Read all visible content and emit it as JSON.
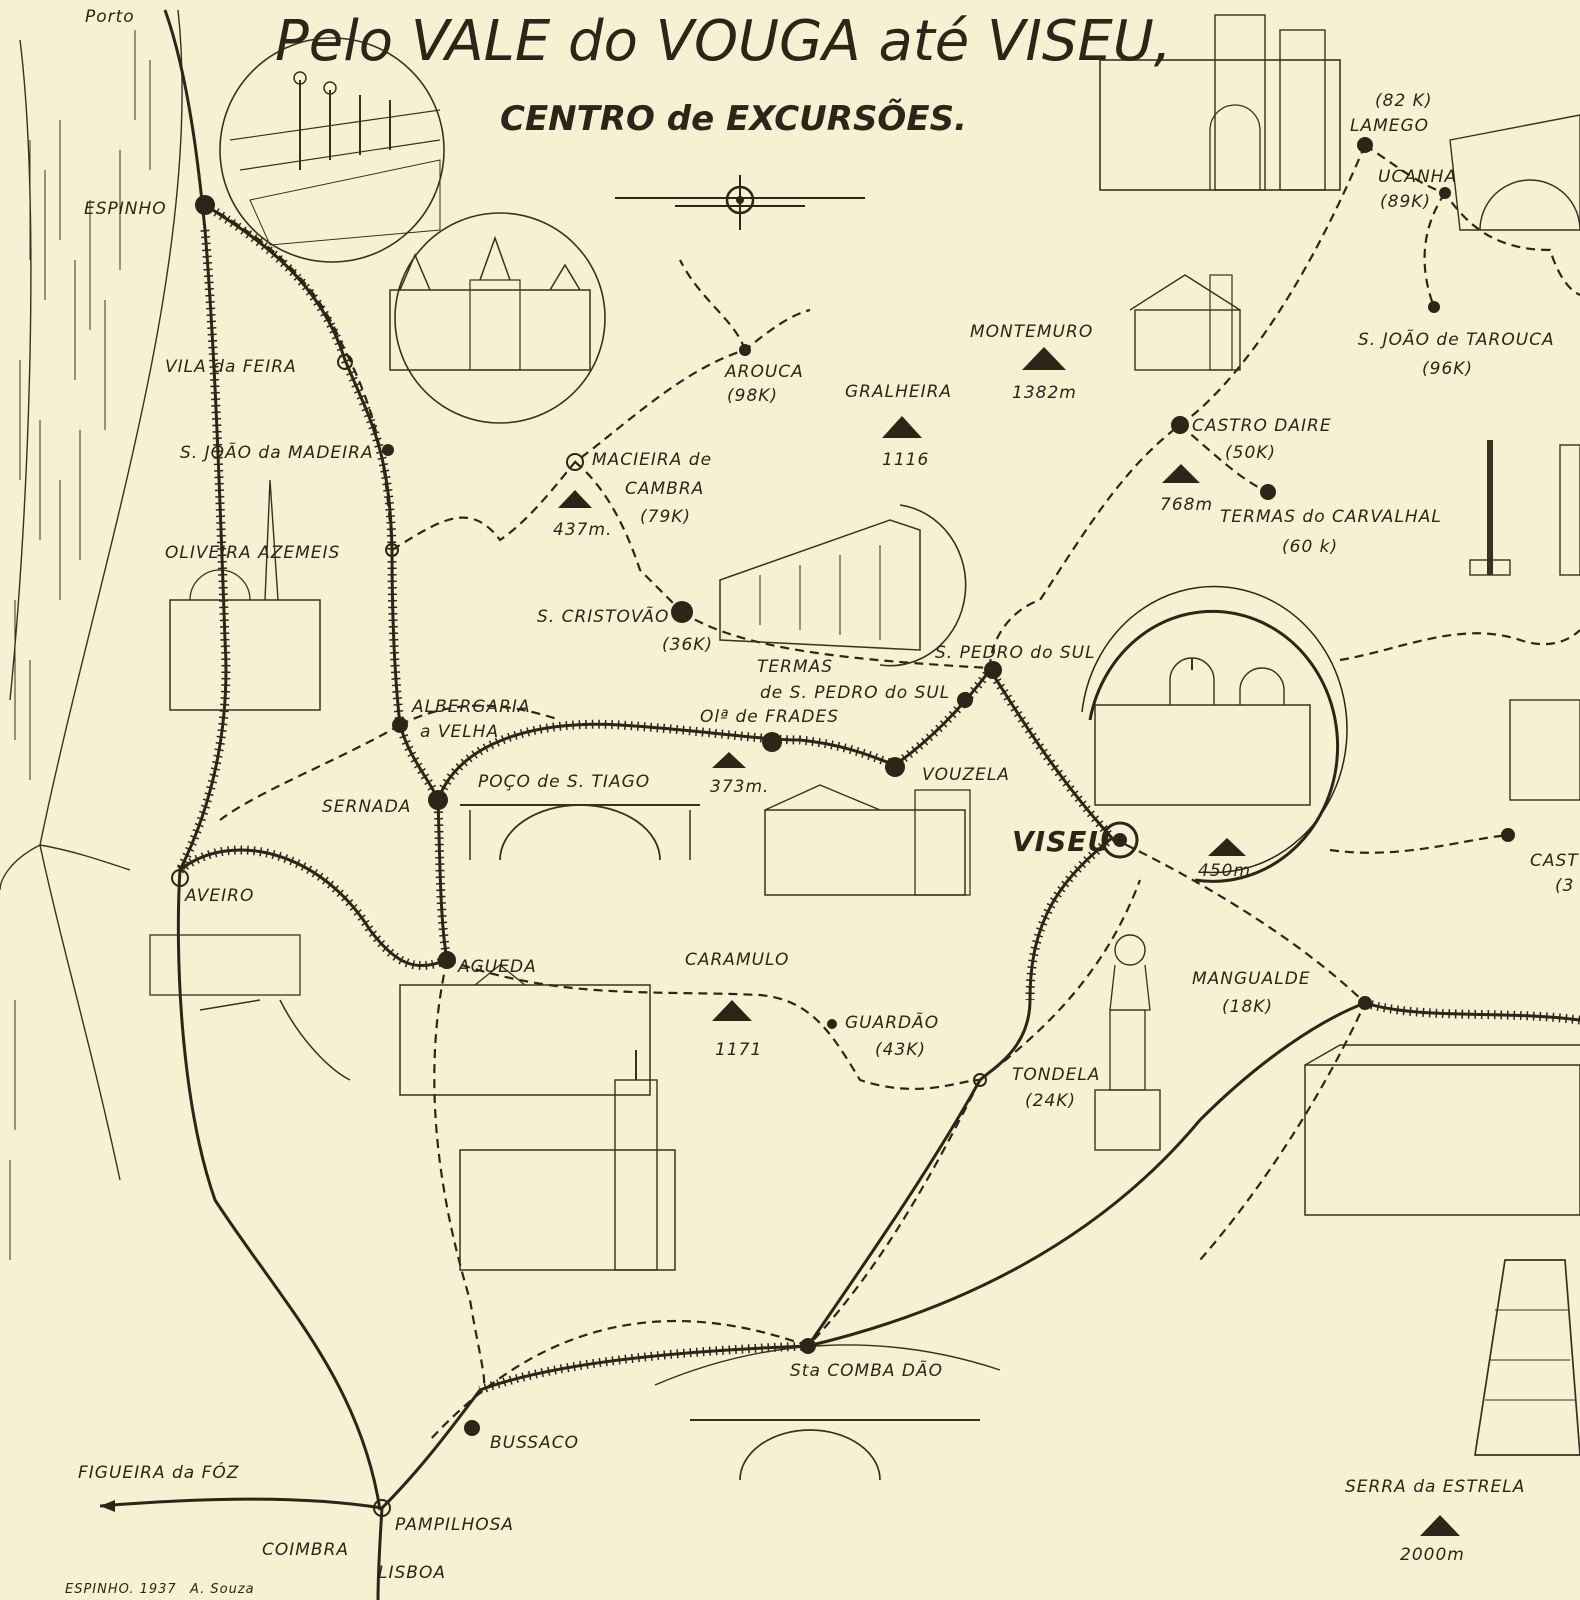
{
  "title": {
    "line1": "Pelo VALE do VOUGA até VISEU,",
    "line2": "CENTRO de EXCURSÕES."
  },
  "credits": {
    "left": "ESPINHO. 1937",
    "right": "A. Souza"
  },
  "colors": {
    "paper": "#f6f1d2",
    "ink": "#2e2418"
  },
  "places": {
    "porto": "Porto",
    "espinho": "ESPINHO",
    "vila_feira": "VILA da FEIRA",
    "sjoao_madeira": "S. JOÃO da MADEIRA",
    "oliveira": "OLIVEIRA AZEMEIS",
    "albergaria_1": "ALBERGARIA",
    "albergaria_2": "a VELHA",
    "sernada": "SERNADA",
    "poco": "POÇO de S. TIAGO",
    "aveiro": "AVEIRO",
    "agueda": "AGUEDA",
    "caramulo": "CARAMULO",
    "guardao": "GUARDÃO",
    "guardao_km": "(43K)",
    "arouca": "AROUCA",
    "arouca_km": "(98K)",
    "macieira_1": "MACIEIRA de",
    "macieira_2": "CAMBRA",
    "macieira_km": "(79K)",
    "scristovao": "S. CRISTOVÃO",
    "scristovao_km": "(36K)",
    "termas_1": "TERMAS",
    "termas_2": "de S. PEDRO do SUL",
    "olfrades": "Olª de FRADES",
    "spedro": "S. PEDRO do SUL",
    "vouzela": "VOUZELA",
    "viseu": "VISEU",
    "gralheira": "GRALHEIRA",
    "montemuro": "MONTEMURO",
    "castro_daire": "CASTRO DAIRE",
    "castro_daire_km": "(50K)",
    "termas_carvalhal": "TERMAS do CARVALHAL",
    "termas_carvalhal_km": "(60 k)",
    "lamego": "LAMEGO",
    "lamego_km": "(82 K)",
    "ucanha": "UCANHA",
    "ucanha_km": "(89K)",
    "sjoao_tarouca": "S. JOÃO de TAROUCA",
    "sjoao_tarouca_km": "(96K)",
    "mangualde": "MANGUALDE",
    "mangualde_km": "(18K)",
    "tondela": "TONDELA",
    "tondela_km": "(24K)",
    "castro_edge": "CAST",
    "castro_edge_km": "(3",
    "sta_comba": "Sta COMBA DÃO",
    "bussaco": "BUSSACO",
    "figueira": "FIGUEIRA da FÓZ",
    "pampilhosa": "PAMPILHOSA",
    "coimbra": "COIMBRA",
    "lisboa": "LISBOA",
    "serra_estrela": "SERRA da ESTRELA"
  },
  "elevations": {
    "arouca_hill": "437m.",
    "gralheira": "1116",
    "montemuro": "1382m",
    "castro_daire": "768m",
    "olfrades": "373m.",
    "viseu": "450m",
    "caramulo": "1171",
    "serra_estrela": "2000m"
  }
}
